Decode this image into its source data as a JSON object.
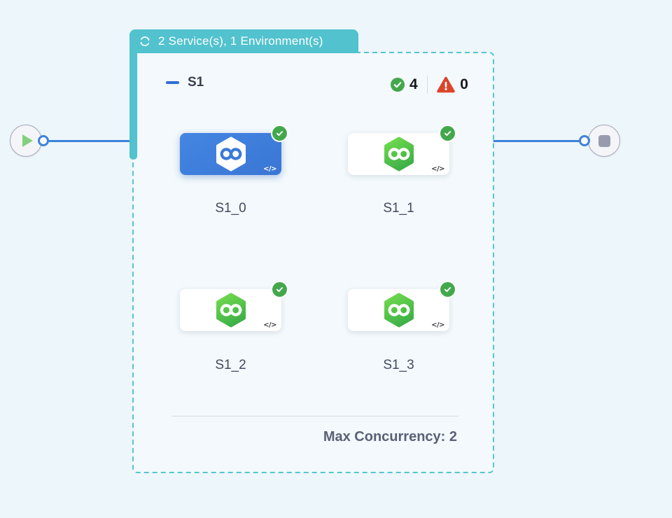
{
  "badge": {
    "label": "2 Service(s), 1 Environment(s)"
  },
  "stage": {
    "name": "S1",
    "success_count": "4",
    "error_count": "0",
    "max_concurrency": "Max Concurrency: 2"
  },
  "services": [
    {
      "label": "S1_0",
      "state": "selected",
      "status": "success"
    },
    {
      "label": "S1_1",
      "state": "default",
      "status": "success"
    },
    {
      "label": "S1_2",
      "state": "default",
      "status": "success"
    },
    {
      "label": "S1_3",
      "state": "default",
      "status": "success"
    }
  ],
  "glyphs": {
    "code": "</>"
  },
  "colors": {
    "canvas_bg": "#edf6fa",
    "accent_teal": "#52c2ce",
    "edge_blue": "#3d83dc",
    "selected_card_blue": "#3d7bd8",
    "success_green": "#43a84c",
    "error_red": "#dc452a",
    "harness_green": "#55c94a"
  }
}
